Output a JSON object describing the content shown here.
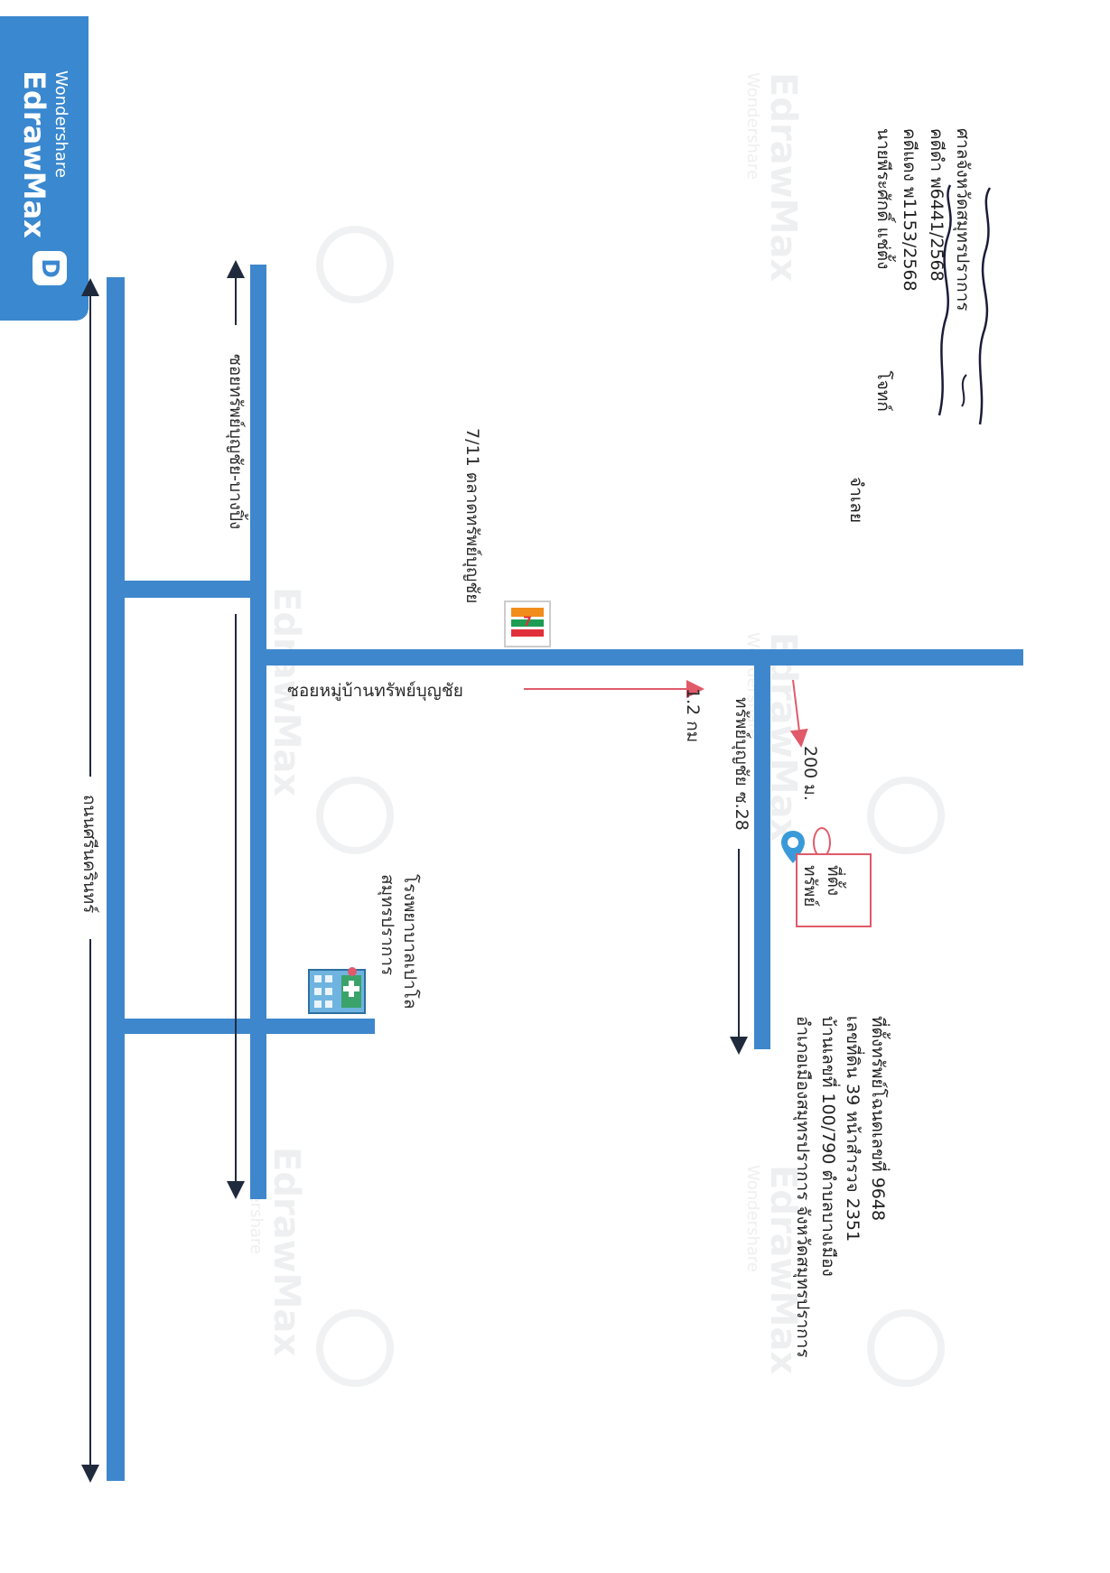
{
  "brand": {
    "small": "Wondershare",
    "big": "EdrawMax",
    "logo_glyph": "D"
  },
  "watermark": {
    "big": "EdrawMax",
    "small": "Wondershare"
  },
  "roads": {
    "main_road": "ถนนศรีนครินทร์",
    "side_road": "ซอยทรัพย์บุญชัย-บางปิ้ง",
    "village_road": "ซอยหมู่บ้านทรัพย์บุญชัย",
    "soi_28": "ทรัพย์บุญชัย ซ.28"
  },
  "landmarks": {
    "hospital_line1": "โรงพยาบาลเปาโล",
    "hospital_line2": "สมุทรปราการ",
    "market": "7/11 ตลาดทรัพย์บุญชัย"
  },
  "distances": {
    "village_road": "1.2 กม",
    "soi_28": "200 ม."
  },
  "property_label_line1": "ที่ตั้ง",
  "property_label_line2": "ทรัพย์",
  "location_details": {
    "line1": "ที่ตั้งทรัพย์โฉนดเลขที่ 9648",
    "line2": "เลขที่ดิน 39  หน้าสำรวจ 2351",
    "line3": "บ้านเลขที่ 100/790 ตำบลบางเมือง",
    "line4": "อำเภอเมืองสมุทรปราการ จังหวัดสมุทรปราการ"
  },
  "case_info": {
    "line1": "ศาลจังหวัดสมุทรปราการ",
    "line2": "คดีดำ  พ6441/2568",
    "line3": "คดีแดง พ1153/2568",
    "line4_left": "นายพีระศักดิ์ แช่ตั้ง",
    "line4_right": "โจทก์",
    "line5_right": "จำเลย"
  },
  "colors": {
    "road": "#3f87cc",
    "brand": "#3a88cf",
    "marker": "#e05a6a",
    "pin": "#3a9ad9"
  },
  "icons": [
    "hospital-icon",
    "store-icon",
    "location-pin-icon",
    "arrow-icon"
  ]
}
